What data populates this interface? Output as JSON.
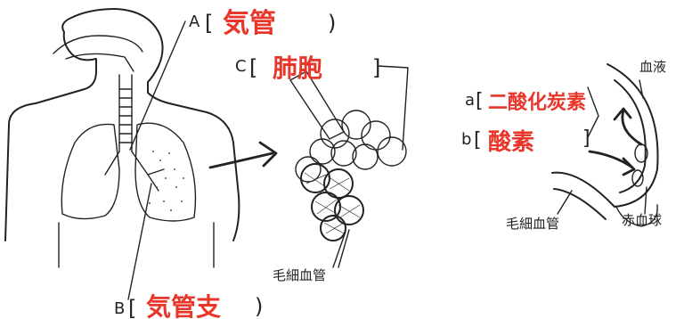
{
  "labels": {
    "a": {
      "letter": "A",
      "answer": "気管"
    },
    "b": {
      "letter": "B",
      "answer": "気管支"
    },
    "c": {
      "letter": "C",
      "answer": "肺胞"
    },
    "small_a": {
      "letter": "a",
      "answer": "二酸化炭素"
    },
    "small_b": {
      "letter": "b",
      "answer": "酸素"
    }
  },
  "captions": {
    "capillary_left": "毛細血管",
    "capillary_right": "毛細血管",
    "plasma": "血液",
    "red_blood_cell": "赤血球"
  },
  "colors": {
    "answer_ink": "#e8362a",
    "line_ink": "#222222"
  }
}
